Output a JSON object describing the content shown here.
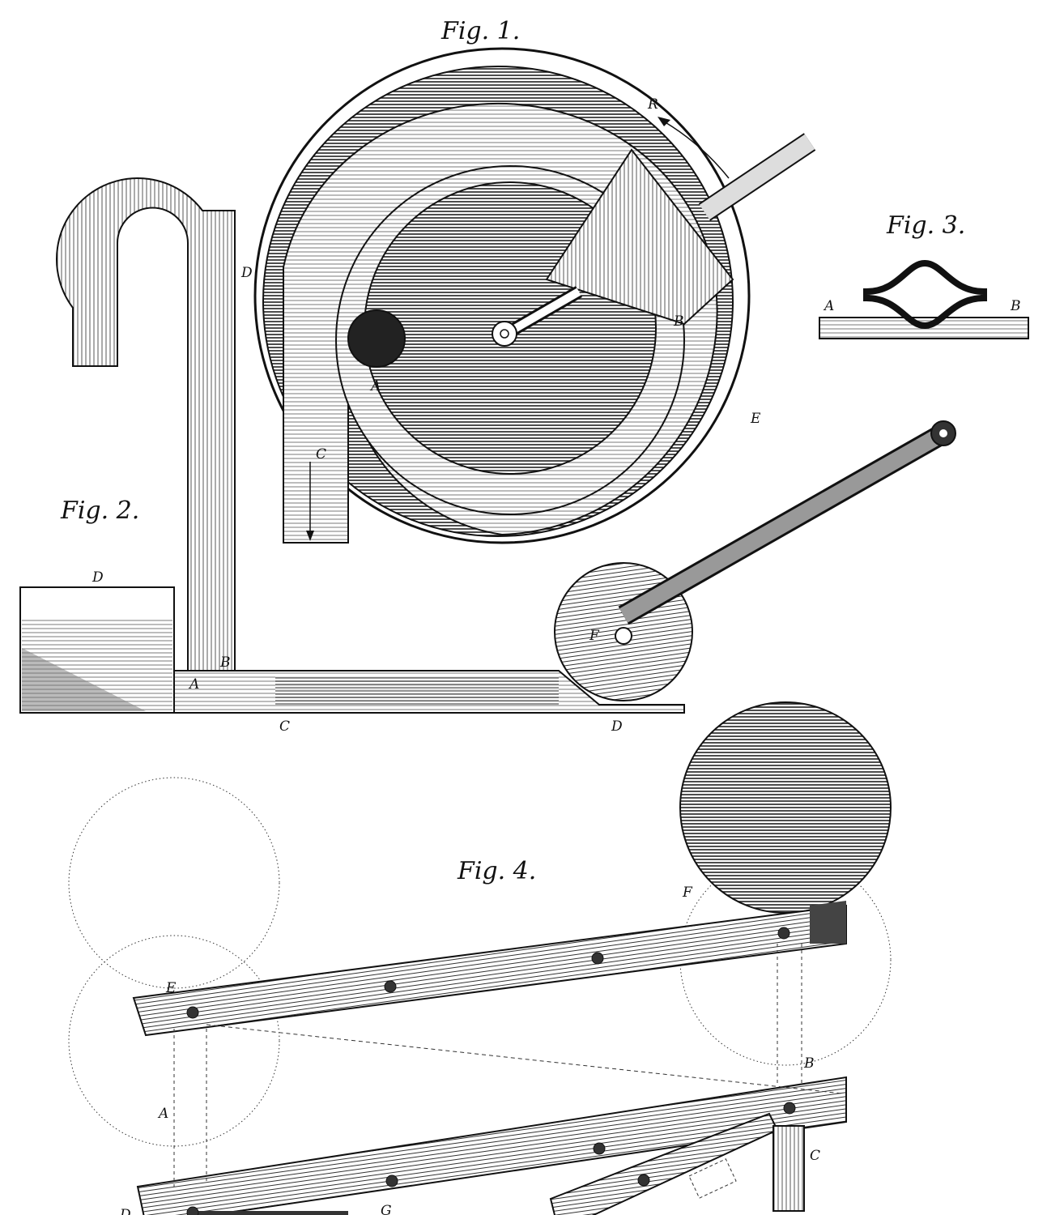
{
  "colors": {
    "ink": "#111111",
    "paper": "#ffffff",
    "shade": "#3a3a3a",
    "mid": "#8a8a8a"
  },
  "fig1": {
    "title": "Fig. 1.",
    "labels": {
      "R": "R",
      "D": "D",
      "A": "A",
      "B": "B",
      "E": "E",
      "C": "C"
    }
  },
  "fig2": {
    "title": "Fig. 2.",
    "labels": {
      "D_top": "D",
      "B": "B",
      "A": "A",
      "C": "C",
      "D_bottom": "D",
      "F": "F"
    }
  },
  "fig3": {
    "title": "Fig. 3.",
    "labels": {
      "A": "A",
      "B": "B"
    }
  },
  "fig4": {
    "title": "Fig. 4.",
    "labels": {
      "F": "F",
      "E": "E",
      "B": "B",
      "A": "A",
      "C": "C",
      "D": "D",
      "G": "G"
    }
  }
}
